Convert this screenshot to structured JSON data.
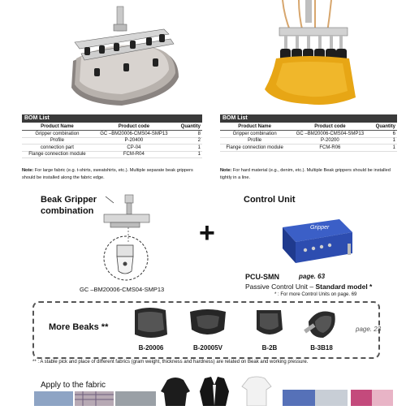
{
  "bom_left": {
    "header": "BOM List",
    "columns": [
      "Product Name",
      "Product code",
      "Quantity"
    ],
    "rows": [
      [
        "Gripper combination",
        "GC –BM20006-CMS04-SMP13",
        "8"
      ],
      [
        "Profile",
        "P-20400",
        "2"
      ],
      [
        "connection part",
        "CP-04",
        "1"
      ],
      [
        "Flange connection module",
        "FCM-R04",
        "1"
      ]
    ],
    "note_label": "Note:",
    "note_text": "For large fabric (e.g. t-shirts, sweatshirts, etc.). Multiple separate beak grippers should be installed along the fabric edge."
  },
  "bom_right": {
    "header": "BOM List",
    "columns": [
      "Product Name",
      "Product code",
      "Quantity"
    ],
    "rows": [
      [
        "Gripper combination",
        "GC –BM20006-CMS04-SMP13",
        "6"
      ],
      [
        "Profile",
        "P-20200",
        "1"
      ],
      [
        "Flange connection module",
        "FCM-R06",
        "1"
      ]
    ],
    "note_label": "Note:",
    "note_text": "For hard material (e.g., denim, etc.). Multiple Beak grippers should be installed tightly in a line."
  },
  "gripper": {
    "title_line1": "Beak Gripper",
    "title_line2": "combination",
    "code": "GC –BM20006-CMS04-SMP13"
  },
  "plus": "+",
  "control": {
    "title": "Control Unit",
    "model": "PCU-SMN",
    "page_ref": "page. 63",
    "desc_prefix": "Passive Control Unit –",
    "desc_bold": "Standard model *",
    "footnote": "* : For more Control Units on page. 69"
  },
  "beaks": {
    "title": "More Beaks **",
    "page_ref": "page. 23",
    "items": [
      "B-20006",
      "B-20005V",
      "B-2B",
      "B-3B18"
    ],
    "footnote": "** :  A stable pick and place of different fabrics (gram weight, thickness and hardness) are related on Beak and working pressure."
  },
  "apply": {
    "title": "Apply to the fabric"
  }
}
